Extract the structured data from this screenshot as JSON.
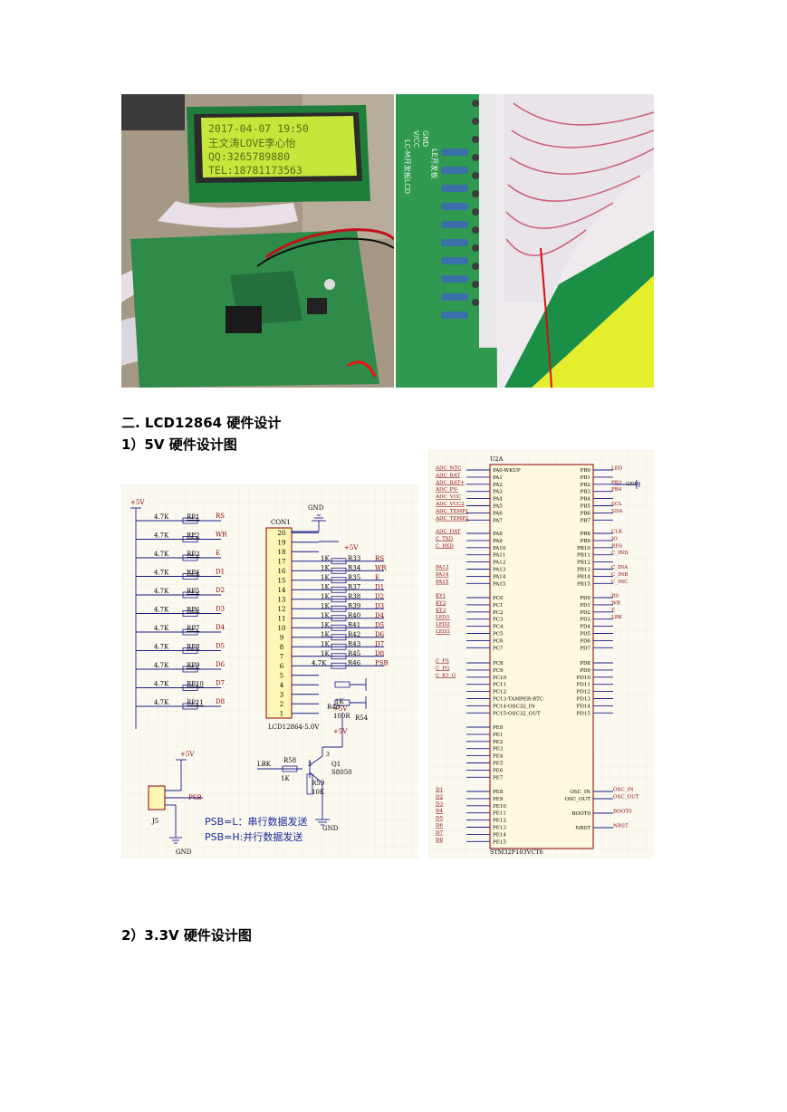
{
  "photos": {
    "left_lcd": {
      "lines": [
        "2017-04-07  19:50",
        "王文涛LOVE李心怡",
        "QQ:3265789880",
        "TEL:18781173563"
      ]
    },
    "right_board": {
      "silkscreen": [
        "V/CC",
        "GND",
        "LC-M开发板LCD",
        "LE开发板"
      ]
    }
  },
  "headings": {
    "section": "二. LCD12864 硬件设计",
    "sub1": "1）5V 硬件设计图",
    "sub2": "2）3.3V 硬件设计图"
  },
  "schematic_lcd": {
    "vcc": "+5V",
    "gnd": "GND",
    "connector": "CON1",
    "part": "LCD12864-5.0V",
    "pullups": [
      {
        "val": "4.7K",
        "ref": "RP1",
        "net": "RS"
      },
      {
        "val": "4.7K",
        "ref": "RP2",
        "net": "WR"
      },
      {
        "val": "4.7K",
        "ref": "RP3",
        "net": "E"
      },
      {
        "val": "4.7K",
        "ref": "RP4",
        "net": "D1"
      },
      {
        "val": "4.7K",
        "ref": "RP5",
        "net": "D2"
      },
      {
        "val": "4.7K",
        "ref": "RP6",
        "net": "D3"
      },
      {
        "val": "4.7K",
        "ref": "RP7",
        "net": "D4"
      },
      {
        "val": "4.7K",
        "ref": "RP8",
        "net": "D5"
      },
      {
        "val": "4.7K",
        "ref": "RP9",
        "net": "D6"
      },
      {
        "val": "4.7K",
        "ref": "RP10",
        "net": "D7"
      },
      {
        "val": "4.7K",
        "ref": "RP11",
        "net": "D8"
      }
    ],
    "pins": [
      "20",
      "19",
      "18",
      "17",
      "16",
      "15",
      "14",
      "13",
      "12",
      "11",
      "10",
      "9",
      "8",
      "7",
      "6",
      "5",
      "4",
      "3",
      "2",
      "1"
    ],
    "series": [
      {
        "val": "1K",
        "ref": "R33",
        "net": "RS"
      },
      {
        "val": "1K",
        "ref": "R34",
        "net": "WR"
      },
      {
        "val": "1K",
        "ref": "R35",
        "net": "E"
      },
      {
        "val": "1K",
        "ref": "R37",
        "net": "D1"
      },
      {
        "val": "1K",
        "ref": "R38",
        "net": "D2"
      },
      {
        "val": "1K",
        "ref": "R39",
        "net": "D3"
      },
      {
        "val": "1K",
        "ref": "R40",
        "net": "D4"
      },
      {
        "val": "1K",
        "ref": "R41",
        "net": "D5"
      },
      {
        "val": "1K",
        "ref": "R42",
        "net": "D6"
      },
      {
        "val": "1K",
        "ref": "R43",
        "net": "D7"
      },
      {
        "val": "1K",
        "ref": "R45",
        "net": "D8"
      },
      {
        "val": "4.7K",
        "ref": "R46",
        "net": "PSB"
      }
    ],
    "r48": "R48",
    "r54_val": "100R",
    "r54": "R54",
    "lbk": "LBK",
    "r58": "R58",
    "r58_val": "1K",
    "r59": "R59",
    "r59_val": "10K",
    "q1": "Q1",
    "q1_part": "S8050",
    "j5": "J5",
    "j5_net": "PSB",
    "note1": "PSB=L：串行数据发送",
    "note2": "PSB=H:并行数据发送"
  },
  "schematic_mcu": {
    "ref": "U2A",
    "part": "STM32F103VCT6",
    "left_nets_a": [
      "ADC_NTC",
      "ADC_BAT",
      "ADC_BAT+",
      "ADC_PV-",
      "ADC_VCC",
      "ADC_VCC2",
      "ADC_TEMP1",
      "ADC_TEMP2"
    ],
    "left_pins_a": [
      "PA0-WKUP",
      "PA1",
      "PA2",
      "PA3",
      "PA4",
      "PA5",
      "PA6",
      "PA7"
    ],
    "left_nets_b": [
      "ADC_DAT",
      "C_TXD",
      "C_RXD",
      "",
      "",
      "PA13",
      "PA14",
      "PA15"
    ],
    "left_pins_b": [
      "PA8",
      "PA9",
      "PA10",
      "PA11",
      "PA12",
      "PA13",
      "PA14",
      "PA15"
    ],
    "left_nets_c": [
      "KY1",
      "KY2",
      "KY3",
      "LED1",
      "LED2",
      "LED3",
      "",
      ""
    ],
    "left_pins_c": [
      "PC0",
      "PC1",
      "PC2",
      "PC3",
      "PC4",
      "PC5",
      "PC6",
      "PC7"
    ],
    "left_nets_d": [
      "C_FS",
      "C_FG",
      "C_K1_G",
      "",
      "",
      "",
      "",
      ""
    ],
    "left_pins_d": [
      "PC8",
      "PC9",
      "PC10",
      "PC11",
      "PC12",
      "PC13-TAMPER-RTC",
      "PC14-OSC32_IN",
      "PC15-OSC32_OUT"
    ],
    "left_pins_e": [
      "PE0",
      "PE1",
      "PE2",
      "PE3",
      "PE4",
      "PE5",
      "PE6",
      "PE7"
    ],
    "left_nets_f": [
      "D1",
      "D2",
      "D3",
      "D4",
      "D5",
      "D6",
      "D7",
      "D8"
    ],
    "left_pins_f": [
      "PE8",
      "PE9",
      "PE10",
      "PE11",
      "PE12",
      "PE13",
      "PE14",
      "PE15"
    ],
    "right_pins_a": [
      "PB0",
      "PB1",
      "PB2",
      "PB3",
      "PB4",
      "PB5",
      "PB6",
      "PB7"
    ],
    "right_nets_a": [
      "LED",
      "",
      "PB3",
      "PB4",
      "",
      "SCL",
      "SDA",
      ""
    ],
    "right_pins_b": [
      "PB8",
      "PB9",
      "PB10",
      "PB11",
      "PB12",
      "PB13",
      "PB14",
      "PB15"
    ],
    "right_nets_b": [
      "CLK",
      "IO",
      "RES",
      "C_IND",
      "",
      "C_INA",
      "C_INB",
      "C_INC"
    ],
    "right_pins_c": [
      "PD0",
      "PD1",
      "PD2",
      "PD3",
      "PD4",
      "PD5",
      "PD6",
      "PD7"
    ],
    "right_nets_c": [
      "RS",
      "WR",
      "E",
      "LBK",
      "",
      "",
      "",
      ""
    ],
    "right_pins_d": [
      "PD8",
      "PD9",
      "PD10",
      "PD11",
      "PD12",
      "PD13",
      "PD14",
      "PD15"
    ],
    "osc_in": "OSC_IN",
    "osc_out": "OSC_OUT",
    "boot0": "BOOT0",
    "nrst": "NRST",
    "gnd": "GND"
  }
}
